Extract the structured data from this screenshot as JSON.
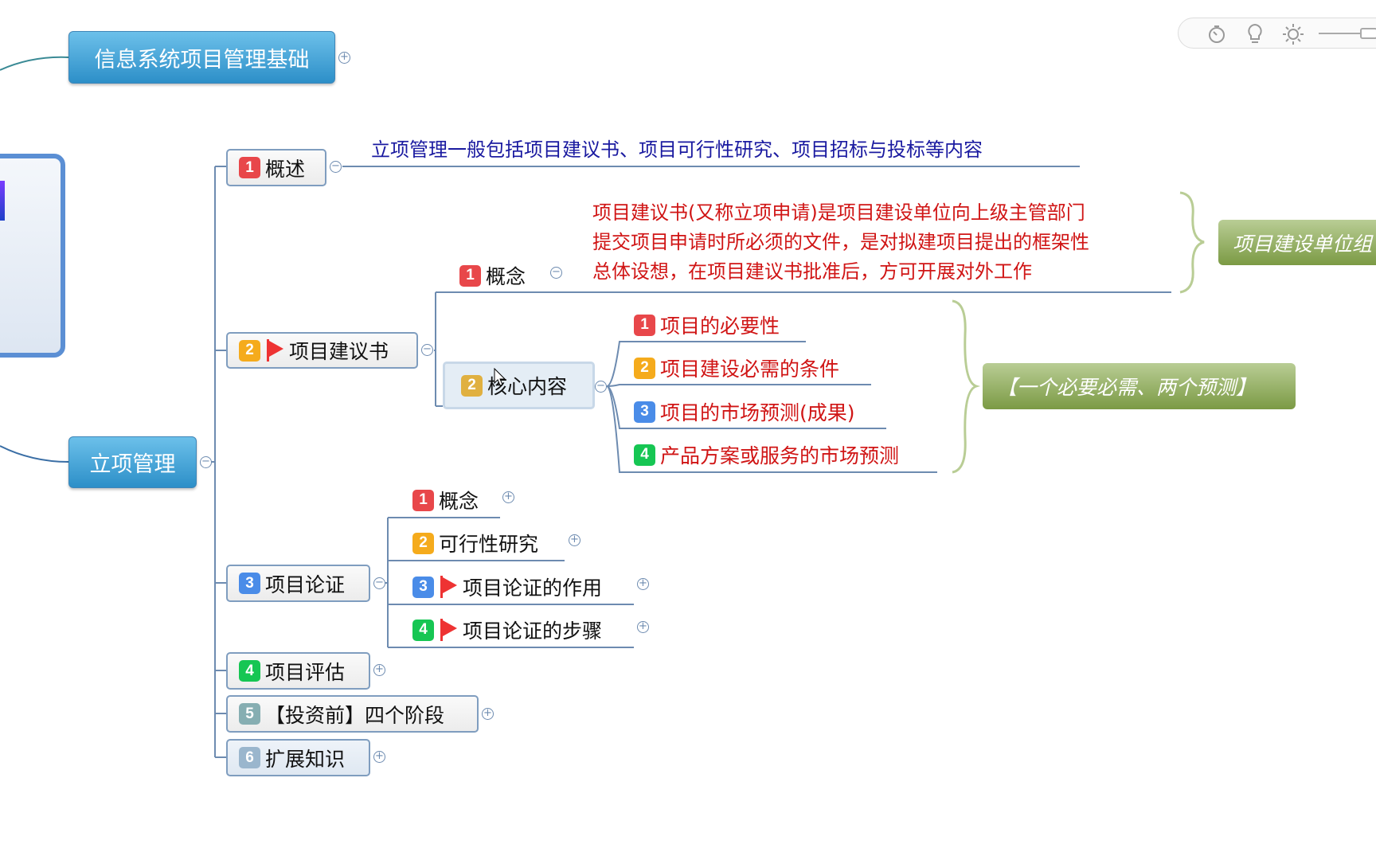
{
  "toolbar": {
    "icons": [
      "timer-icon",
      "lightbulb-icon",
      "brightness-icon"
    ],
    "zoom_slider_level": 1.0
  },
  "map": {
    "root_sibling": "信息系统项目管理基础",
    "main": "立项管理",
    "children": [
      {
        "num": "1",
        "label": "概述",
        "note": "立项管理一般包括项目建议书、项目可行性研究、项目招标与投标等内容"
      },
      {
        "num": "2",
        "label": "项目建议书",
        "flag": true,
        "children": [
          {
            "num": "1",
            "label": "概念",
            "note_lines": [
              "项目建议书(又称立项申请)是项目建设单位向上级主管部门",
              "提交项目申请时所必须的文件，是对拟建项目提出的框架性",
              "总体设想，在项目建议书批准后，方可开展对外工作"
            ],
            "summary": "项目建设单位组"
          },
          {
            "num": "2",
            "label": "核心内容",
            "children": [
              {
                "num": "1",
                "label": "项目的必要性"
              },
              {
                "num": "2",
                "label": "项目建设必需的条件"
              },
              {
                "num": "3",
                "label": "项目的市场预测(成果)"
              },
              {
                "num": "4",
                "label": "产品方案或服务的市场预测"
              }
            ],
            "summary": "【一个必要必需、两个预测】"
          }
        ]
      },
      {
        "num": "3",
        "label": "项目论证",
        "children": [
          {
            "num": "1",
            "label": "概念"
          },
          {
            "num": "2",
            "label": "可行性研究"
          },
          {
            "num": "3",
            "label": "项目论证的作用",
            "flag": true
          },
          {
            "num": "4",
            "label": "项目论证的步骤",
            "flag": true
          }
        ]
      },
      {
        "num": "4",
        "label": "项目评估"
      },
      {
        "num": "5",
        "label": "【投资前】四个阶段"
      },
      {
        "num": "6",
        "label": "扩展知识"
      }
    ]
  },
  "colors": {
    "badge1": "#e8474a",
    "badge2": "#f5ab1c",
    "badge3": "#4a8ce8",
    "badge4": "#16c653",
    "note_red": "#d01515",
    "note_blue": "#1a1aa0",
    "topic_blue": "#2d8fc8",
    "summary_green": "#7b9a44"
  }
}
